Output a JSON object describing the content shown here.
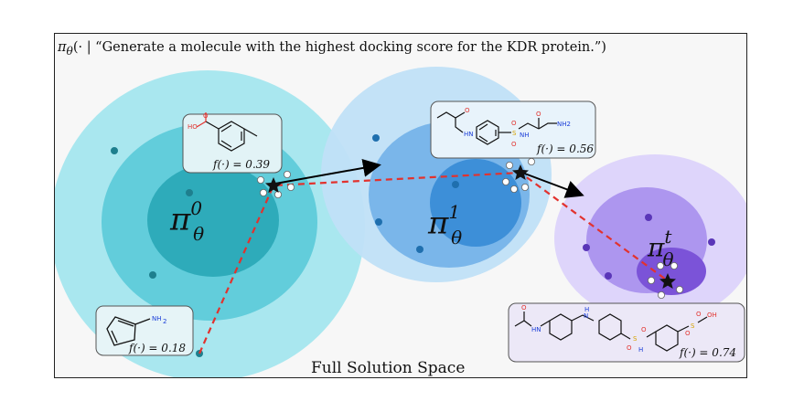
{
  "prompt": {
    "prefix": "π",
    "sub": "θ",
    "text": "(· | “Generate a molecule with the highest docking score for the KDR protein.”)"
  },
  "space_label": "Full Solution Space",
  "policies": [
    {
      "symbol": "π",
      "sup": "0",
      "sub": "θ"
    },
    {
      "symbol": "π",
      "sup": "1",
      "sub": "θ"
    },
    {
      "symbol": "π",
      "sup": "t",
      "sub": "θ"
    }
  ],
  "molecules": [
    {
      "id": "mol-cyclopentadienylamine",
      "label": "NH",
      "label_sub": "2",
      "score": "f(·) = 0.18"
    },
    {
      "id": "mol-methylbenzoic-acid",
      "label": "HO / O",
      "score": "f(·) = 0.39"
    },
    {
      "id": "mol-sulfonyl-urea",
      "label": "NH2",
      "score": "f(·) = 0.56"
    },
    {
      "id": "mol-sulfonamide-diarylamine",
      "label": "OH",
      "score": "f(·) = 0.74"
    }
  ],
  "colors": {
    "teal_outer": "#a6e6ef",
    "teal_mid": "#5ccbd9",
    "teal_inner": "#2aa9b9",
    "blue_outer": "#b9dcf6",
    "blue_mid": "#73b3ea",
    "blue_inner": "#3d8fd8",
    "purple_outer": "#dcd3fb",
    "purple_mid": "#ab94ef",
    "purple_inner": "#7b53d8",
    "path_red": "#e2322e",
    "arrow": "#000000"
  }
}
